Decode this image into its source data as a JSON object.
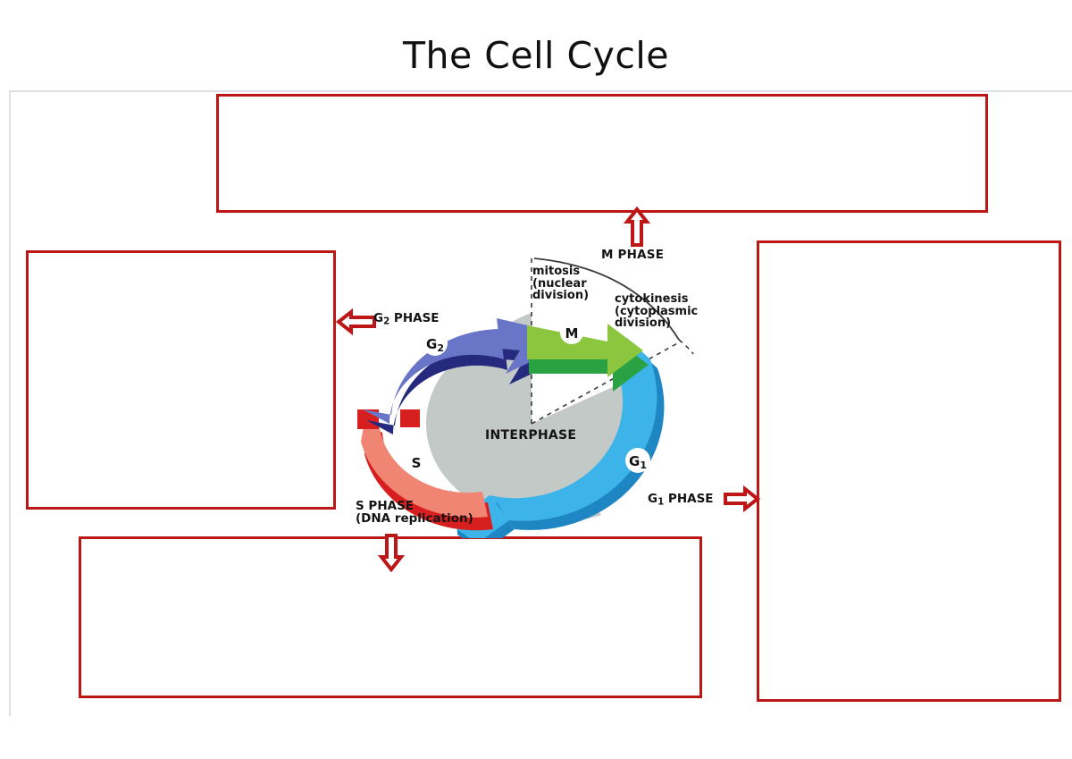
{
  "slide": {
    "title": "The Cell Cycle"
  },
  "answer_boxes": [
    {
      "id": "box-top",
      "name": "m-phase-answer-box",
      "value": "",
      "placeholder": ""
    },
    {
      "id": "box-left",
      "name": "g2-phase-answer-box",
      "value": "",
      "placeholder": ""
    },
    {
      "id": "box-bottom",
      "name": "s-phase-answer-box",
      "value": "",
      "placeholder": ""
    },
    {
      "id": "box-right",
      "name": "g1-phase-answer-box",
      "value": "",
      "placeholder": ""
    }
  ],
  "connectors": [
    {
      "name": "m-phase-arrow",
      "direction": "up"
    },
    {
      "name": "g2-phase-arrow",
      "direction": "left"
    },
    {
      "name": "g1-phase-arrow",
      "direction": "right"
    },
    {
      "name": "s-phase-arrow",
      "direction": "down"
    }
  ],
  "diagram": {
    "name": "cell-cycle-diagram",
    "labels": {
      "m_phase": "M PHASE",
      "mitosis": "mitosis\n(nuclear\ndivision)",
      "cytokinesis": "cytokinesis\n(cytoplasmic\ndivision)",
      "interphase": "INTERPHASE",
      "s_phase": "S PHASE\n(DNA replication)",
      "m_marker": "M",
      "s_marker": "S"
    },
    "g2_phase_prefix": "G",
    "g2_phase_sub": "2",
    "g2_phase_suffix": " PHASE",
    "g1_phase_prefix": "G",
    "g1_phase_sub": "1",
    "g1_phase_suffix": " PHASE",
    "g2_marker_prefix": "G",
    "g2_marker_sub": "2",
    "g1_marker_prefix": "G",
    "g1_marker_sub": "1"
  },
  "colors": {
    "accent_red": "#bd1616",
    "g1_blue": "#3cb4ea",
    "g1_blue_dark": "#1f86c4",
    "g2_purple": "#6975c6",
    "g2_purple_dark": "#252a7e",
    "s_salmon": "#f08573",
    "s_red_dark": "#d81f1f",
    "m_green": "#8cc63f",
    "m_green_dark": "#2aa244",
    "interphase_grey": "#c3c9c6",
    "title_black": "#101010",
    "frame_grey": "#dcdfe3"
  }
}
